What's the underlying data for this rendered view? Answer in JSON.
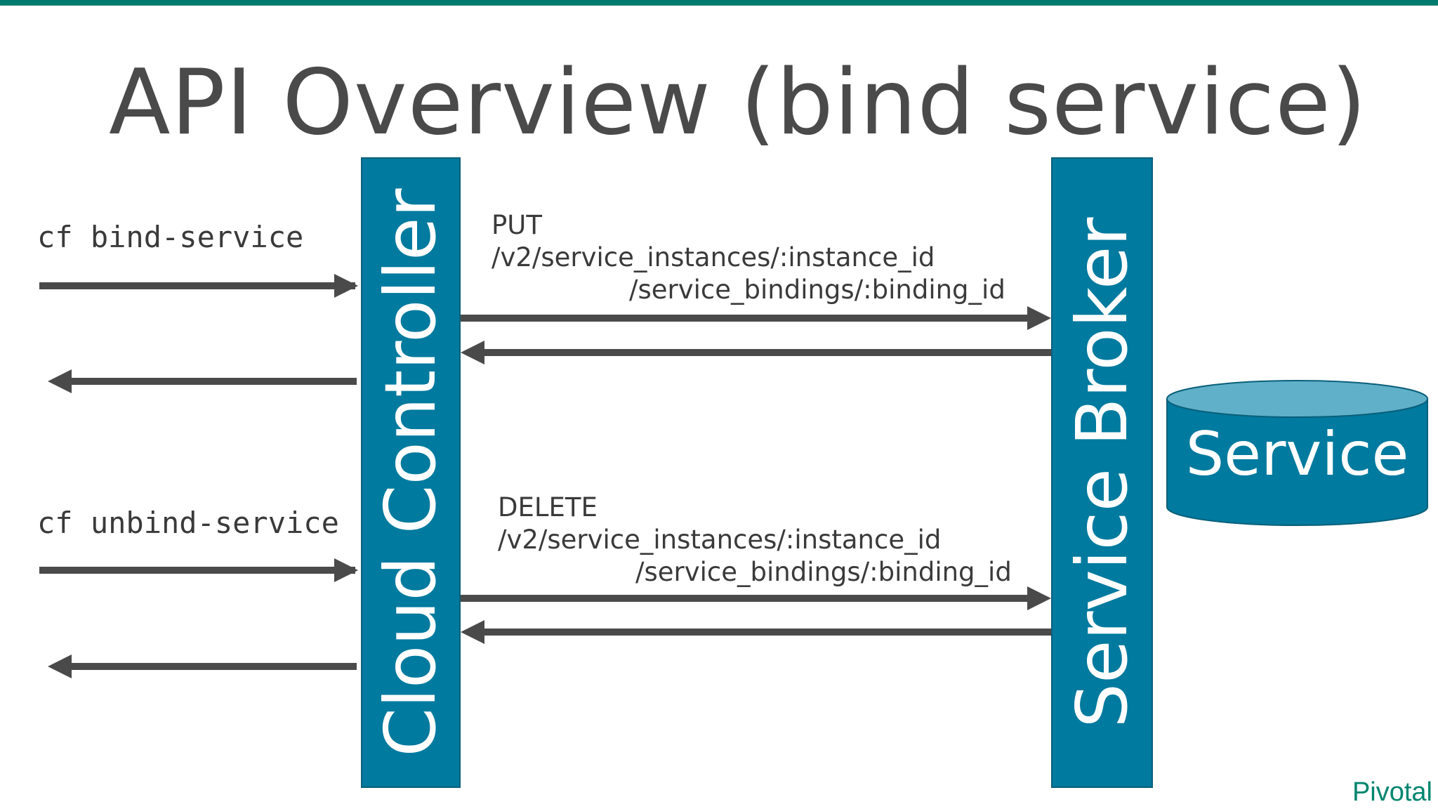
{
  "title": "API Overview (bind service)",
  "lanes": {
    "cloud_controller": "Cloud Controller",
    "service_broker": "Service Broker"
  },
  "commands": {
    "bind": "cf bind-service",
    "unbind": "cf unbind-service"
  },
  "requests": {
    "put": {
      "method": "PUT",
      "path_line1": "/v2/service_instances/:instance_id",
      "path_line2": "/service_bindings/:binding_id"
    },
    "delete": {
      "method": "DELETE",
      "path_line1": "/v2/service_instances/:instance_id",
      "path_line2": "/service_bindings/:binding_id"
    }
  },
  "service": "Service",
  "logo": "Pivotal",
  "colors": {
    "accent_bar": "#007a6e",
    "lane_fill": "#007a9e",
    "arrow": "#4a4a4a",
    "service_top": "#5fb0c8",
    "logo": "#00856f"
  }
}
